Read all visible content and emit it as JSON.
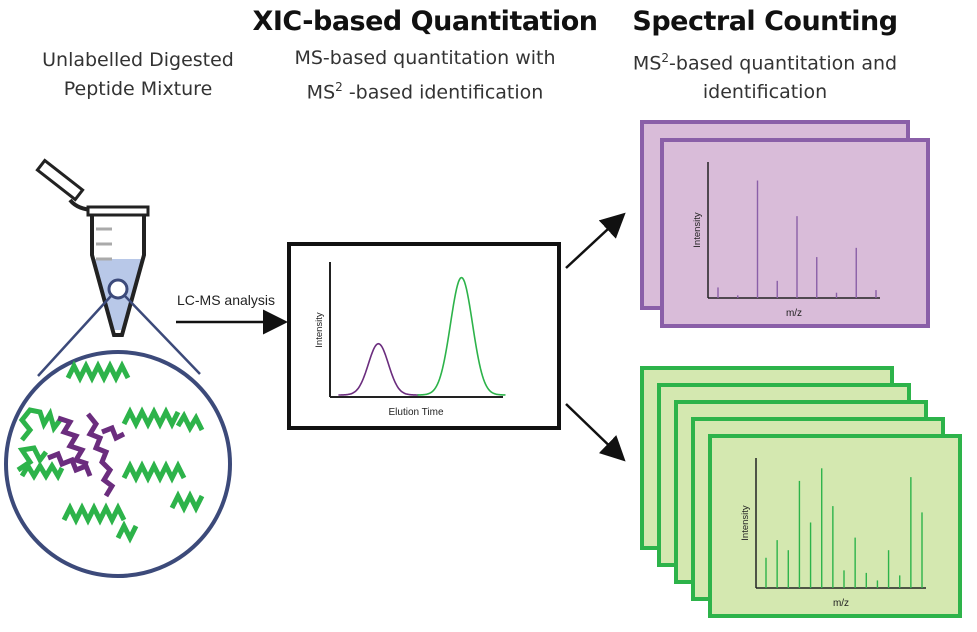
{
  "left_column": {
    "heading_line1": "Unlabelled Digested",
    "heading_line2": "Peptide Mixture"
  },
  "center_column": {
    "title": "XIC-based Quantitation",
    "subtitle_line1": "MS-based quantitation with",
    "subtitle_line2_pre": "MS",
    "subtitle_line2_sup": "2",
    "subtitle_line2_post": " -based identification",
    "arrow_label": "LC-MS analysis",
    "chromatogram": {
      "x_label": "Elution Time",
      "y_label": "Intensity",
      "peaks": [
        {
          "color": "#6b2d7e",
          "center": 0.28,
          "height": 0.38
        },
        {
          "color": "#2db34a",
          "center": 0.76,
          "height": 0.87
        }
      ]
    }
  },
  "right_column": {
    "title": "Spectral Counting",
    "subtitle_line1_pre": "MS",
    "subtitle_line1_sup": "2",
    "subtitle_line1_post": "-based quantitation and",
    "subtitle_line2": "identification",
    "purple_spectrum": {
      "x_label": "m/z",
      "y_label": "Intensity",
      "fill": "#d9bcd9",
      "border": "#8a5fa8",
      "stack_count": 2,
      "peaks": [
        0.08,
        0.02,
        0.89,
        0.13,
        0.62,
        0.31,
        0.04,
        0.38,
        0.06
      ]
    },
    "green_spectrum": {
      "x_label": "m/z",
      "y_label": "Intensity",
      "fill": "#d4e8b0",
      "border": "#2db34a",
      "stack_count": 5,
      "peaks": [
        0.24,
        0.38,
        0.3,
        0.85,
        0.52,
        0.95,
        0.65,
        0.14,
        0.4,
        0.12,
        0.06,
        0.3,
        0.1,
        0.88,
        0.6
      ]
    }
  }
}
